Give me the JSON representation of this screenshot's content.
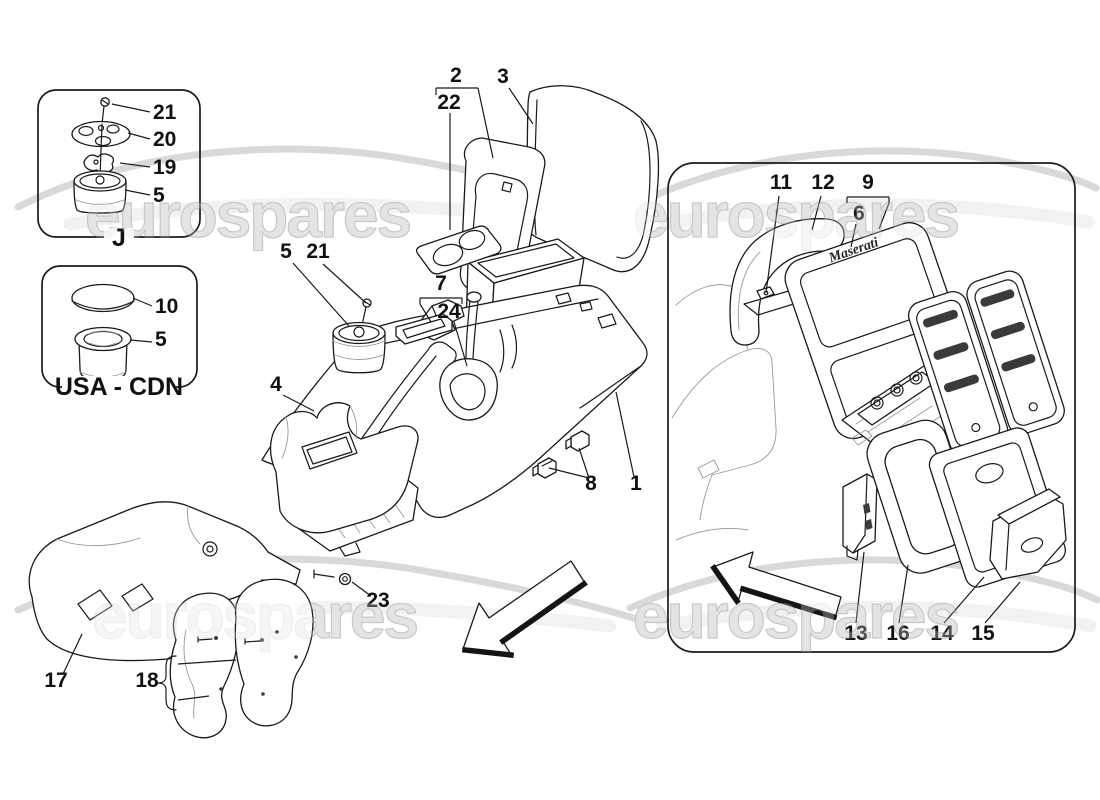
{
  "watermark": {
    "text": "eurospares"
  },
  "insets": {
    "j_box": {
      "label": "J",
      "callout_21": "21",
      "callout_20": "20",
      "callout_19": "19",
      "callout_5": "5"
    },
    "usa_box": {
      "label": "USA - CDN",
      "callout_10": "10",
      "callout_5": "5"
    }
  },
  "main": {
    "callout_1": "1",
    "callout_2": "2",
    "callout_3": "3",
    "callout_4": "4",
    "callout_5": "5",
    "callout_7": "7",
    "callout_8": "8",
    "callout_17": "17",
    "callout_18": "18",
    "callout_21": "21",
    "callout_22": "22",
    "callout_23": "23",
    "callout_24": "24"
  },
  "right_inset": {
    "brand_script": "Maserati",
    "callout_6": "6",
    "callout_9": "9",
    "callout_11": "11",
    "callout_12": "12",
    "callout_13": "13",
    "callout_14": "14",
    "callout_15": "15",
    "callout_16": "16"
  }
}
